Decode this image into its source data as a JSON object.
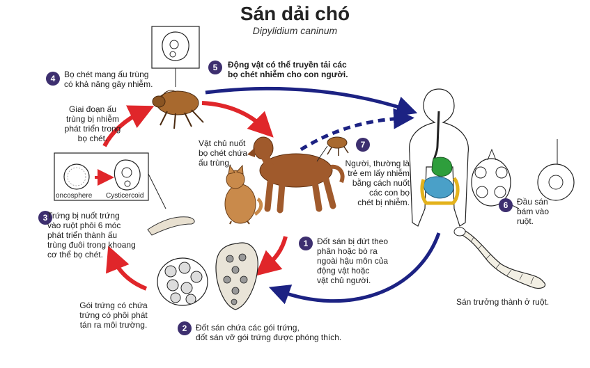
{
  "title": "Sán dải chó",
  "subtitle": "Dipylidium caninum",
  "colors": {
    "red_arrow": "#e0262a",
    "blue_arrow": "#1c2283",
    "badge": "#3d2f6f",
    "dog": "#a05a2c",
    "cat": "#c98a4b"
  },
  "steps": {
    "s1": {
      "num": "1",
      "lines": [
        "Đốt sán bị đứt theo",
        "phân hoặc bò ra",
        "ngoài hậu môn của",
        "động vật hoặc",
        "vật chủ người."
      ]
    },
    "s2": {
      "num": "2",
      "lines": [
        "Đốt sán chứa các gói trứng,",
        "đốt sán vỡ gói trứng được phóng thích."
      ]
    },
    "s3": {
      "num": "3",
      "lines": [
        "Trứng bị nuốt trứng",
        "vào ruột phôi 6 móc",
        "phát triển thành ấu",
        "trùng đuôi trong khoang",
        "cơ thể bọ chét."
      ]
    },
    "s4": {
      "num": "4",
      "lines": [
        "Bọ chét mang ấu trùng",
        "có khả năng gây nhiễm."
      ]
    },
    "s5": {
      "num": "5",
      "lines": [
        "Động vật có thể truyền tải các",
        "bọ chét nhiễm cho con người."
      ]
    },
    "s6": {
      "num": "6",
      "lines": [
        "Đầu sán",
        "bám vào",
        "ruột."
      ]
    },
    "s7": {
      "num": "7",
      "lines": [
        "Người, thường là",
        "trẻ em lấy nhiễm",
        "bằng cách nuốt",
        "các con bọ",
        "chét bị nhiễm."
      ]
    }
  },
  "labels": {
    "flea_stage": [
      "Giai đoạn ấu",
      "trùng bị nhiễm",
      "phát triển trong",
      "bọ chét."
    ],
    "host": [
      "Vật chủ nuốt",
      "bọ chét chứa",
      "ấu trùng."
    ],
    "egg_packet": [
      "Gói trứng có chứa",
      "trứng có phôi phát",
      "tán ra môi trường."
    ],
    "adult": "Sán trưởng thành ở ruột.",
    "oncosphere": "oncosphere",
    "cysticercoid": "Cysticercoid"
  }
}
